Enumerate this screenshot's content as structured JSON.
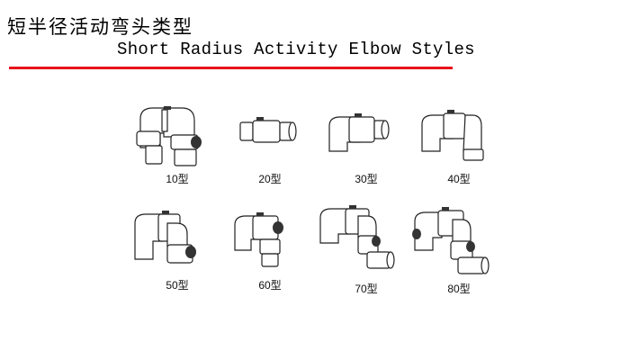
{
  "header": {
    "title_cn": "短半径活动弯头类型",
    "title_en": "Short Radius Activity Elbow Styles",
    "accent_color": "#e8141c"
  },
  "styles": [
    {
      "label": "10型"
    },
    {
      "label": "20型"
    },
    {
      "label": "30型"
    },
    {
      "label": "40型"
    },
    {
      "label": "50型"
    },
    {
      "label": "60型"
    },
    {
      "label": "70型"
    },
    {
      "label": "80型"
    }
  ]
}
